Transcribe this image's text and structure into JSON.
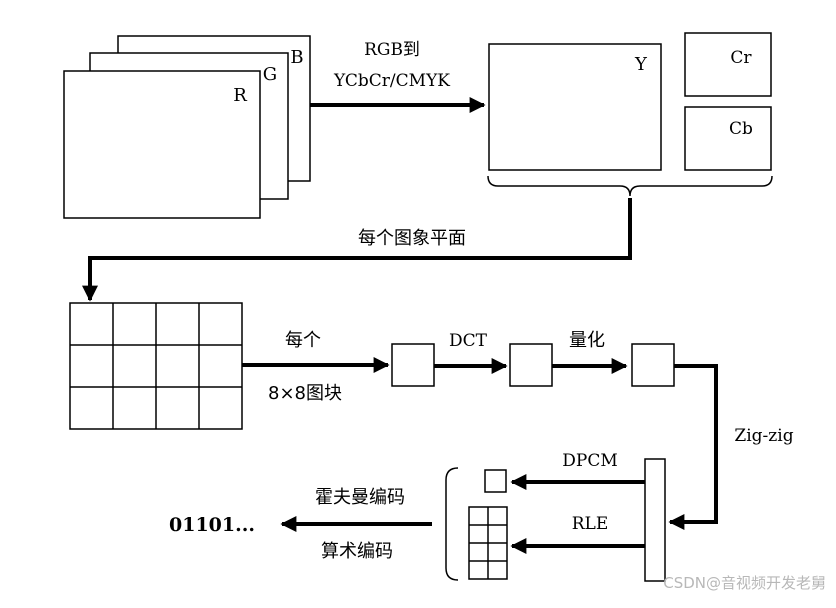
{
  "planes": {
    "r": "R",
    "g": "G",
    "b": "B",
    "y": "Y",
    "cr": "Cr",
    "cb": "Cb"
  },
  "conversion": {
    "line1": "RGB到",
    "line2": "YCbCr/CMYK"
  },
  "per_plane_label": "每个图象平面",
  "block_step": {
    "line1": "每个",
    "line2": "8×8图块"
  },
  "dct_label": "DCT",
  "quant_label": "量化",
  "zigzag_label": "Zig-zig",
  "dpcm_label": "DPCM",
  "rle_label": "RLE",
  "huffman_label": "霍夫曼编码",
  "arith_label": "算术编码",
  "output_bits": "01101...",
  "watermark": "CSDN@音视频开发老舅"
}
